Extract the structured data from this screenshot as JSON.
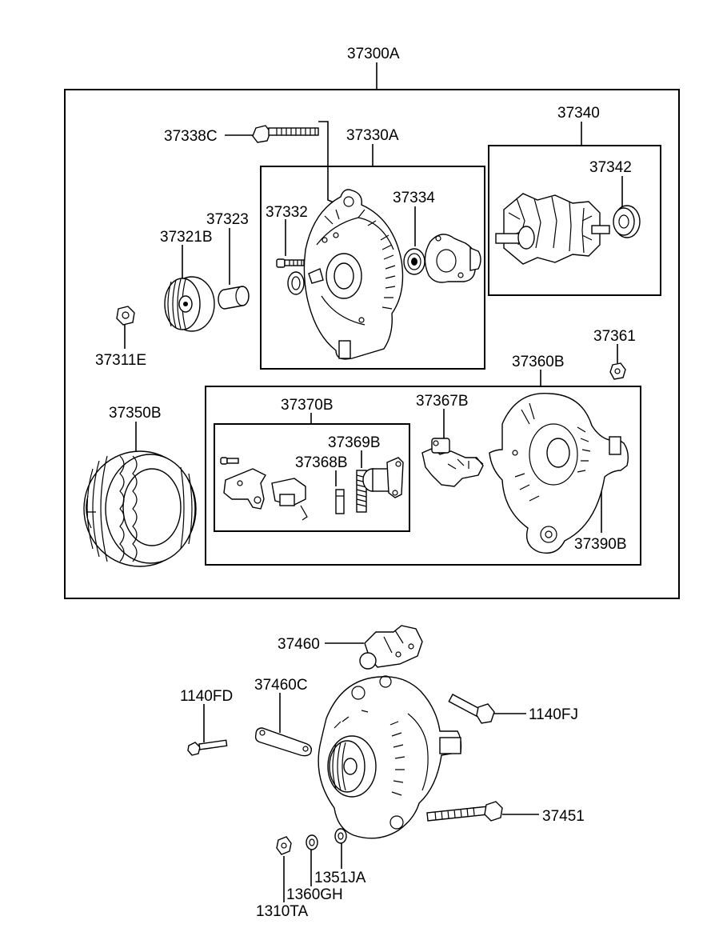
{
  "labels": {
    "assembly": "37300A",
    "bolt_37338c": "37338C",
    "housing_37330a": "37330A",
    "rotor_37340": "37340",
    "bearing_37342": "37342",
    "screw_37332": "37332",
    "bearing_37334": "37334",
    "spacer_37323": "37323",
    "pulley_37321b": "37321B",
    "nut_37311e": "37311E",
    "nut_37361": "37361",
    "rear_37360b": "37360B",
    "stator_37350b": "37350B",
    "brush_37370b": "37370B",
    "regulator_37367b": "37367B",
    "spring_37369b": "37369B",
    "brush_37368b": "37368B",
    "cover_37390b": "37390B",
    "bracket_37460": "37460",
    "bolt_1140fd": "1140FD",
    "stay_37460c": "37460C",
    "bolt_1140fj": "1140FJ",
    "bolt_37451": "37451",
    "washer_1351ja": "1351JA",
    "washer_1360gh": "1360GH",
    "nut_1310ta": "1310TA"
  }
}
